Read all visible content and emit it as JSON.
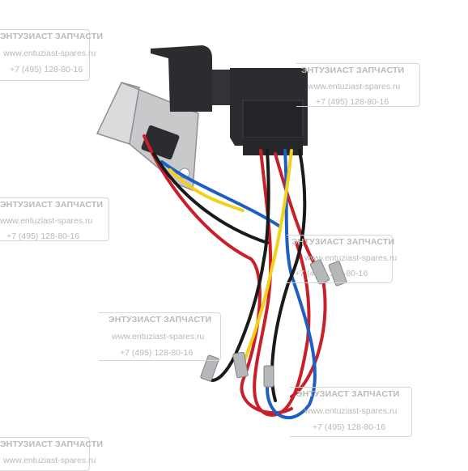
{
  "watermark": {
    "name": "ЭНТУЗИАСТ ЗАПЧАСТИ",
    "url": "www.entuziast-spares.ru",
    "phone": "+7 (495) 128-80-16"
  },
  "colors": {
    "background": "#ffffff",
    "switch_body": "#2b2c30",
    "plate": "#c7c9cb",
    "wire_red": "#c8202a",
    "wire_blue": "#1f5fc4",
    "wire_yellow": "#f2d11b",
    "wire_black": "#1a1a1a",
    "terminal": "#b5b7ba",
    "watermark": "#b9b9b9"
  }
}
